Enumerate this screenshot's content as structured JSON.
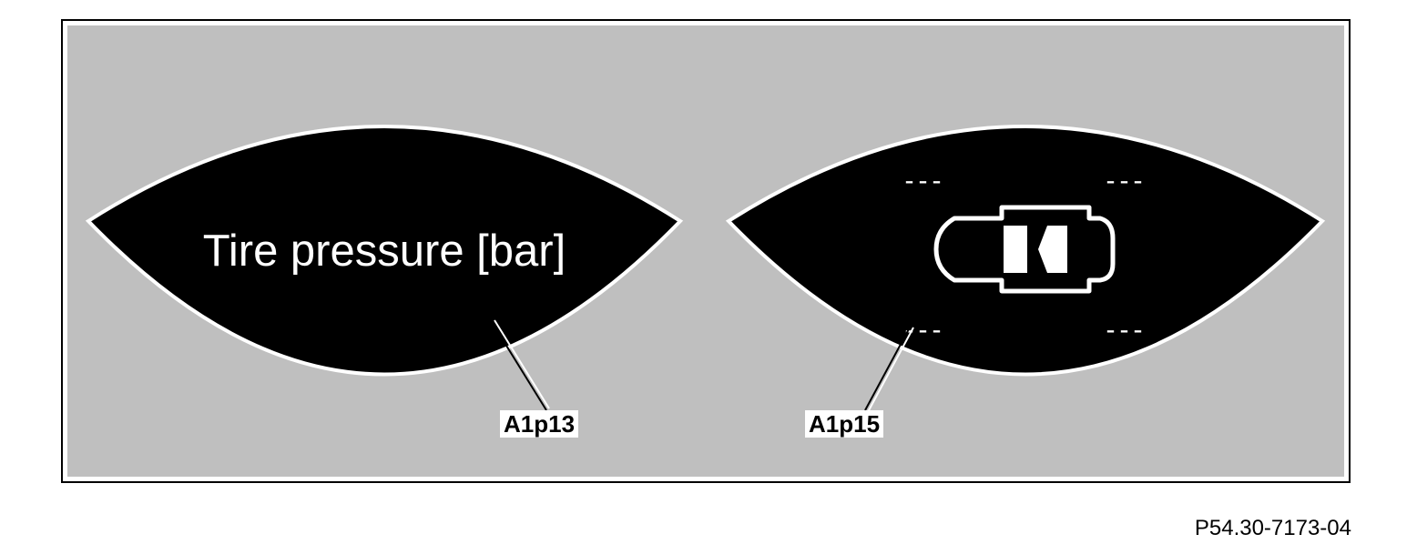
{
  "displays": {
    "left": {
      "text": "Tire pressure [bar]",
      "callout": "A1p13"
    },
    "right": {
      "callout": "A1p15",
      "icon": "car-top-view-icon",
      "wheel_readouts": [
        "---",
        "---",
        "---",
        "---"
      ]
    }
  },
  "figure_code": "P54.30-7173-04",
  "colors": {
    "panel": "#bfbfbf",
    "display": "#000000",
    "outline": "#ffffff",
    "frame": "#000000"
  }
}
